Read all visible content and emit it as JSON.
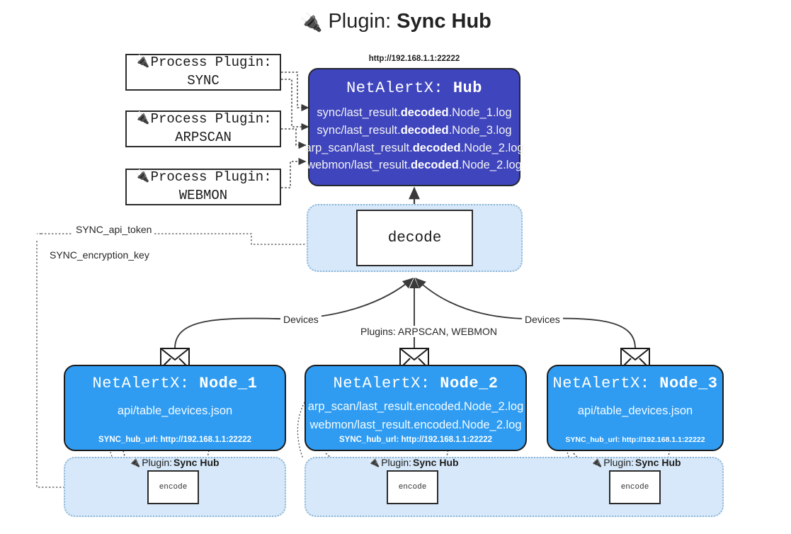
{
  "title": {
    "icon": "plug-icon",
    "prefix": "Plugin:",
    "name": "Sync Hub"
  },
  "process_plugins": [
    {
      "icon": "plug-icon",
      "line1": "Process Plugin:",
      "line2": "SYNC"
    },
    {
      "icon": "plug-icon",
      "line1": "Process Plugin:",
      "line2": "ARPSCAN"
    },
    {
      "icon": "plug-icon",
      "line1": "Process Plugin:",
      "line2": "WEBMON"
    }
  ],
  "hub": {
    "url": "http://192.168.1.1:22222",
    "title_prefix": "NetAlertX:",
    "title_name": "Hub",
    "logs": [
      {
        "pre": "sync/last_result.",
        "em": "decoded",
        "post": ".Node_1.log"
      },
      {
        "pre": "sync/last_result.",
        "em": "decoded",
        "post": ".Node_3.log"
      },
      {
        "pre": "arp_scan/last_result.",
        "em": "decoded",
        "post": ".Node_2.log"
      },
      {
        "pre": "webmon/last_result.",
        "em": "decoded",
        "post": ".Node_2.log"
      }
    ]
  },
  "decode": {
    "label": "decode"
  },
  "secrets": [
    {
      "label": "SYNC_api_token"
    },
    {
      "label": "SYNC_encryption_key"
    }
  ],
  "edge_labels": {
    "devices_left": "Devices",
    "devices_right": "Devices",
    "plugins_center": "Plugins: ARPSCAN, WEBMON"
  },
  "nodes": [
    {
      "title_prefix": "NetAlertX:",
      "title_name": "Node_1",
      "lines": [
        "api/table_devices.json"
      ],
      "hub_url_label": "SYNC_hub_url: http://192.168.1.1:22222",
      "mail_icon": "envelope-icon",
      "plugin_label_prefix": "Plugin:",
      "plugin_label_name": "Sync Hub",
      "plugin_icon": "plug-icon",
      "encode_label": "encode"
    },
    {
      "title_prefix": "NetAlertX:",
      "title_name": "Node_2",
      "lines": [
        "arp_scan/last_result.encoded.Node_2.log",
        "webmon/last_result.encoded.Node_2.log"
      ],
      "hub_url_label": "SYNC_hub_url: http://192.168.1.1:22222",
      "mail_icon": "envelope-icon",
      "plugin_label_prefix": "Plugin:",
      "plugin_label_name": "Sync Hub",
      "plugin_icon": "plug-icon",
      "encode_label": "encode"
    },
    {
      "title_prefix": "NetAlertX:",
      "title_name": "Node_3",
      "lines": [
        "api/table_devices.json"
      ],
      "hub_url_label": "SYNC_hub_url: http://192.168.1.1:22222",
      "mail_icon": "envelope-icon",
      "plugin_label_prefix": "Plugin:",
      "plugin_label_name": "Sync Hub",
      "plugin_icon": "plug-icon",
      "encode_label": "encode"
    }
  ],
  "colors": {
    "hub_fill": "#3f45bd",
    "node_fill": "#2f9cf2",
    "container_fill": "#d6e8f9",
    "container_border": "#8fb6d6",
    "stroke": "#3a3a3a",
    "text_dark": "#202020"
  }
}
